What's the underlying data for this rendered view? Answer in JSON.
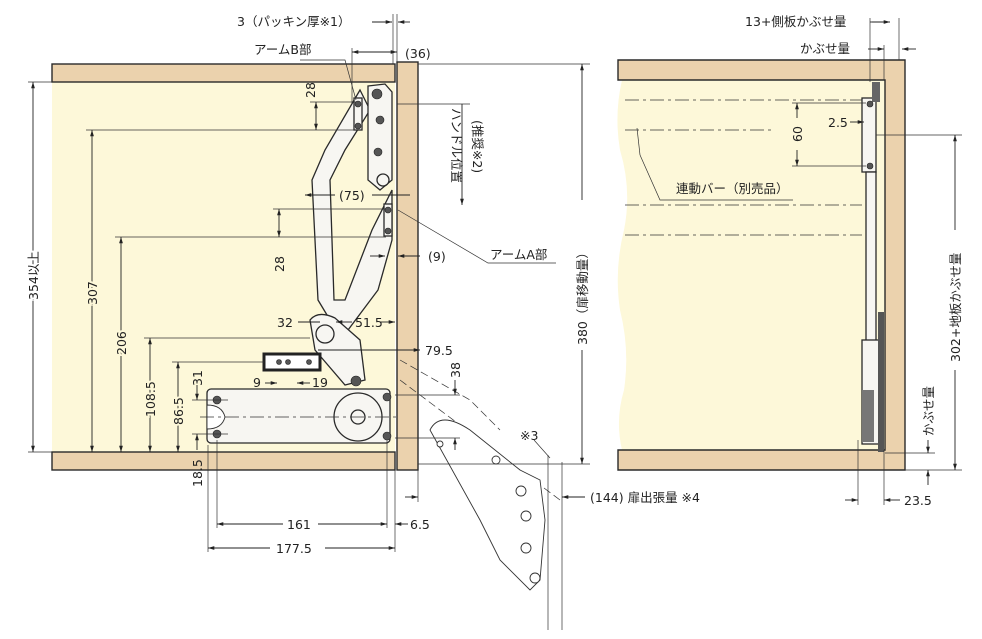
{
  "colors": {
    "panel": "#ebd2ad",
    "interior": "#fdf8d9",
    "line": "#222222"
  },
  "left_view": {
    "gasket": "3（パッキン厚※1）",
    "arm_b": "アームB部",
    "arm_a": "アームA部",
    "d36": "(36)",
    "d75": "(75)",
    "d9p": "(9)",
    "handle_pos": "ハンドル位置",
    "handle_note": "(推奨※2)",
    "d28a": "28",
    "d28b": "28",
    "d354": "354以上",
    "d307": "307",
    "d206": "206",
    "d108": "108.5",
    "d86": "86.5",
    "d31": "31",
    "d18": "18.5",
    "d32": "32",
    "d51": "51.5",
    "d79": "79.5",
    "d9": "9",
    "d19": "19",
    "d38": "38",
    "d161": "161",
    "d6": "6.5",
    "d177": "177.5",
    "d380": "380（扉移動量）",
    "note3": "※3",
    "d144": "(144) 扉出張量 ※4"
  },
  "right_view": {
    "side_overlay": "13+側板かぶせ量",
    "overlay": "かぶせ量",
    "d25": "2.5",
    "d60": "60",
    "link_bar": "連動バー（別売品）",
    "d302": "302+地板かぶせ量",
    "overlay_bottom": "かぶせ量",
    "d235": "23.5"
  }
}
